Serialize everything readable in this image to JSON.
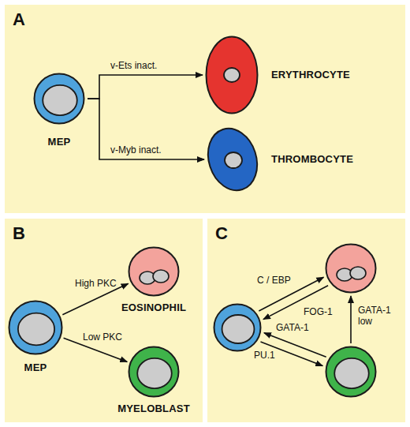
{
  "diagram": {
    "nodes": [
      {
        "text": [
          "A"
        ]
      },
      {
        "text": [
          "MEP"
        ],
        "in": 0
      },
      {
        "text": [
          "ERYTHROCYTE"
        ],
        "in": 0
      },
      {
        "text": [
          "THROMBOCYTE"
        ],
        "in": 0
      },
      {
        "text": [
          "B"
        ]
      },
      {
        "text": [
          "MEP"
        ],
        "in": 4
      },
      {
        "text": [
          "EOSINOPHIL"
        ],
        "in": 4
      },
      {
        "text": [
          "MYELOBLAST"
        ],
        "in": 4
      },
      {
        "text": [
          "C"
        ]
      },
      {
        "text": [],
        "in": 8
      },
      {
        "text": [],
        "in": 8
      },
      {
        "text": [],
        "in": 8
      }
    ],
    "edges": [
      {
        "from": 1,
        "to": 2,
        "arrow": "to",
        "label": "v-Ets inact."
      },
      {
        "from": 1,
        "to": 3,
        "arrow": "to",
        "label": "v-Myb inact."
      },
      {
        "from": 5,
        "to": 6,
        "arrow": "to",
        "label": "High PKC"
      },
      {
        "from": 5,
        "to": 7,
        "arrow": "to",
        "label": "Low PKC"
      },
      {
        "from": 9,
        "to": 10,
        "arrow": "to",
        "label": "C / EBP"
      },
      {
        "from": 10,
        "to": 9,
        "arrow": "to",
        "label": "FOG-1"
      },
      {
        "from": 11,
        "to": 9,
        "arrow": "to",
        "label": "GATA-1"
      },
      {
        "from": 9,
        "to": 11,
        "arrow": "to",
        "label": "PU.1"
      },
      {
        "from": 11,
        "to": 10,
        "arrow": "to",
        "label": "GATA-1 low"
      }
    ]
  }
}
